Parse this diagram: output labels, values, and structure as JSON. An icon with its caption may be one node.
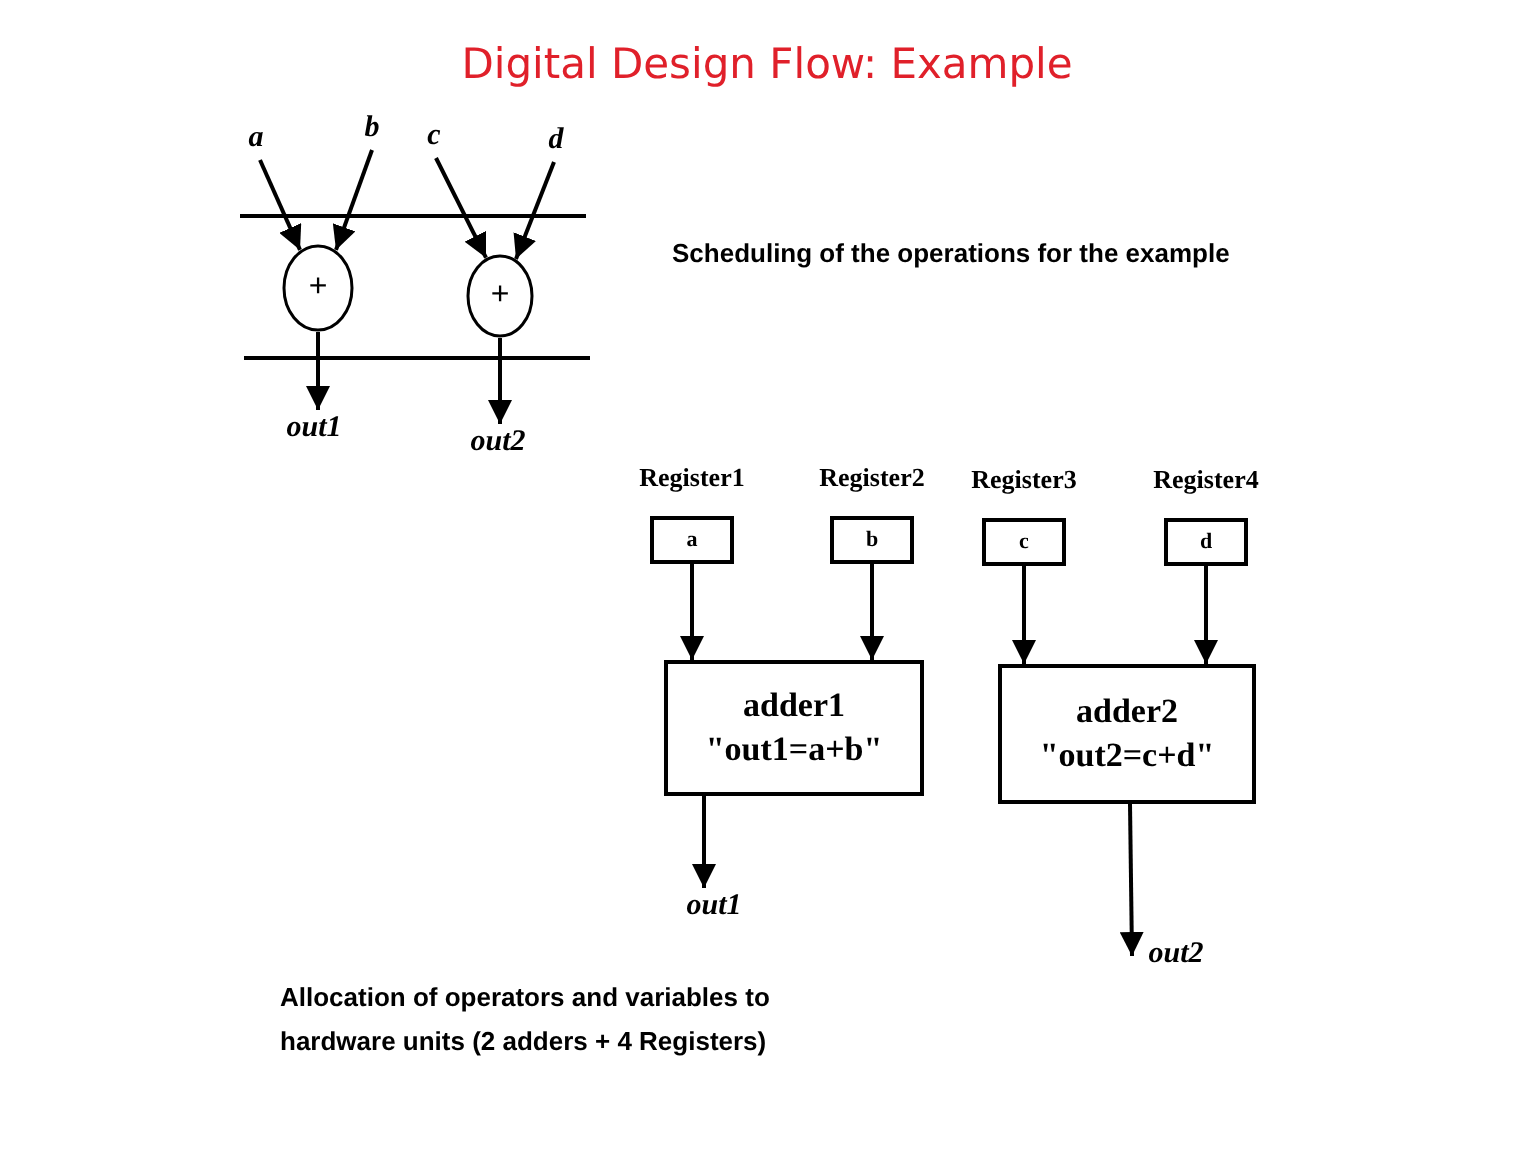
{
  "diagram": {
    "title": "Digital Design Flow: Example",
    "nodes": [
      {
        "text": [
          "a"
        ]
      },
      {
        "text": [
          "b"
        ]
      },
      {
        "text": [
          "c"
        ]
      },
      {
        "text": [
          "d"
        ]
      },
      {
        "text": [
          "+"
        ]
      },
      {
        "text": [
          "+"
        ]
      },
      {
        "text": [
          "out1"
        ]
      },
      {
        "text": [
          "out2"
        ]
      },
      {
        "text": [
          "Register1",
          "a"
        ]
      },
      {
        "text": [
          "Register2",
          "b"
        ]
      },
      {
        "text": [
          "Register3",
          "c"
        ]
      },
      {
        "text": [
          "Register4",
          "d"
        ]
      },
      {
        "text": [
          "adder1",
          "\"out1=a+b\""
        ]
      },
      {
        "text": [
          "adder2",
          "\"out2=c+d\""
        ]
      },
      {
        "text": [
          "out1"
        ]
      },
      {
        "text": [
          "out2"
        ]
      }
    ],
    "edges": [
      {
        "from": 0,
        "to": 4,
        "arrow": "to"
      },
      {
        "from": 1,
        "to": 4,
        "arrow": "to"
      },
      {
        "from": 2,
        "to": 5,
        "arrow": "to"
      },
      {
        "from": 3,
        "to": 5,
        "arrow": "to"
      },
      {
        "from": 4,
        "to": 6,
        "arrow": "to"
      },
      {
        "from": 5,
        "to": 7,
        "arrow": "to"
      },
      {
        "from": 8,
        "to": 12,
        "arrow": "to"
      },
      {
        "from": 9,
        "to": 12,
        "arrow": "to"
      },
      {
        "from": 10,
        "to": 13,
        "arrow": "to"
      },
      {
        "from": 11,
        "to": 13,
        "arrow": "to"
      },
      {
        "from": 12,
        "to": 14,
        "arrow": "to"
      },
      {
        "from": 13,
        "to": 15,
        "arrow": "to"
      }
    ],
    "labels": [
      "Scheduling of the operations for the example",
      "Allocation of operators and variables to hardware units (2 adders + 4 Registers)"
    ]
  }
}
